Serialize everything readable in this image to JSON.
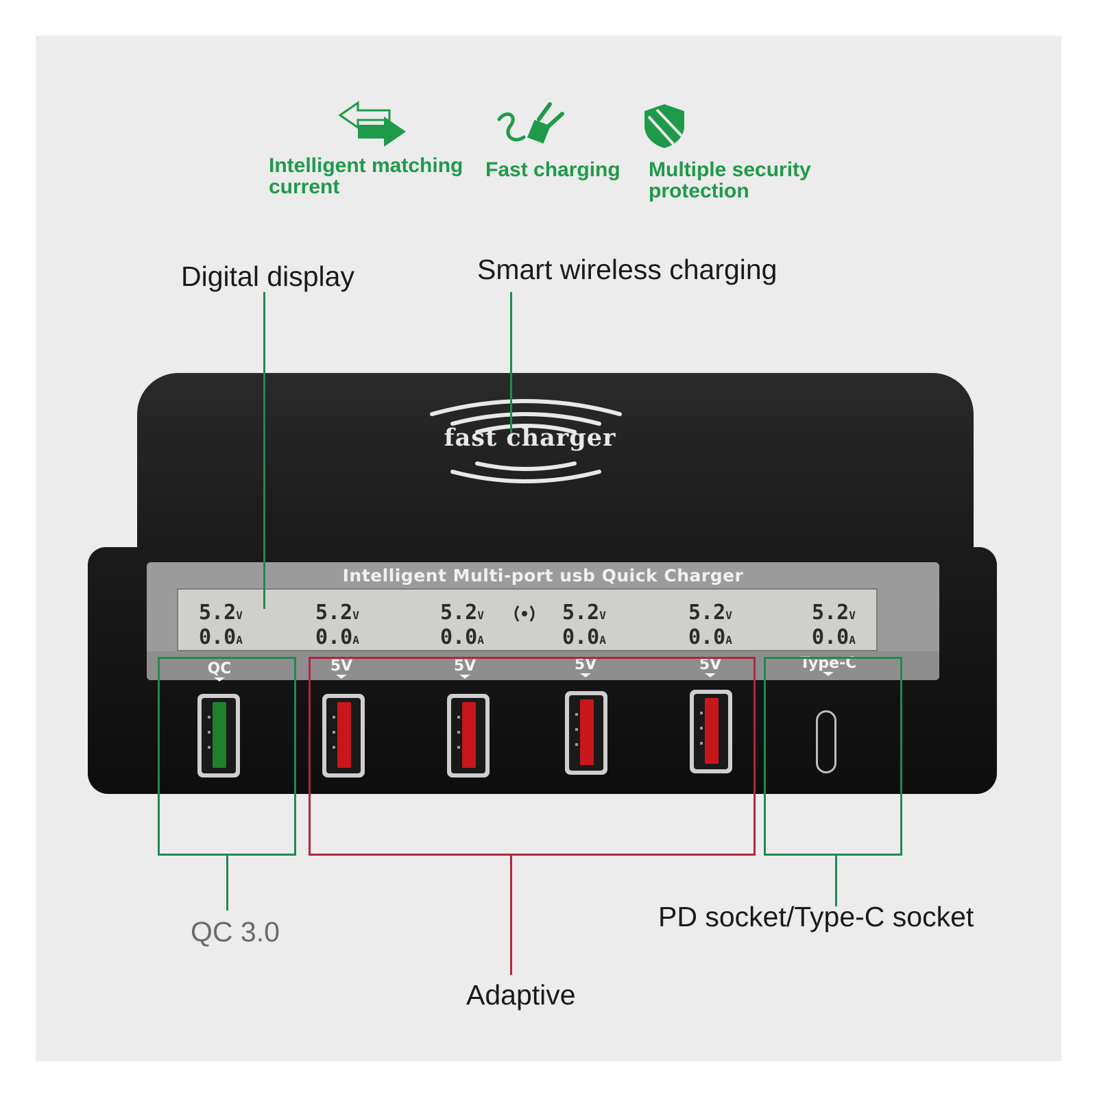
{
  "features": [
    {
      "icon": "arrows-icon",
      "label_line1": "Intelligent matching",
      "label_line2": "current"
    },
    {
      "icon": "plug-icon",
      "label_line1": "Fast charging",
      "label_line2": ""
    },
    {
      "icon": "shield-icon",
      "label_line1": "Multiple security",
      "label_line2": "protection"
    }
  ],
  "callouts": {
    "digital_display": "Digital display",
    "wireless": "Smart wireless charging",
    "qc": "QC 3.0",
    "adaptive": "Adaptive",
    "pd": "PD socket/Type-C socket"
  },
  "device": {
    "top_logo": "fast charger",
    "panel_title": "Intelligent Multi-port usb Quick Charger",
    "readings": [
      {
        "volts": "5.2",
        "volt_unit": "V",
        "amps": "0.0",
        "amp_unit": "A"
      },
      {
        "volts": "5.2",
        "volt_unit": "V",
        "amps": "0.0",
        "amp_unit": "A"
      },
      {
        "volts": "5.2",
        "volt_unit": "V",
        "amps": "0.0",
        "amp_unit": "A"
      },
      {
        "volts": "5.2",
        "volt_unit": "V",
        "amps": "0.0",
        "amp_unit": "A"
      },
      {
        "volts": "5.2",
        "volt_unit": "V",
        "amps": "0.0",
        "amp_unit": "A"
      },
      {
        "volts": "5.2",
        "volt_unit": "V",
        "amps": "0.0",
        "amp_unit": "A"
      }
    ],
    "ports": [
      "QC",
      "5V",
      "5V",
      "5V",
      "5V",
      "Type-C"
    ]
  },
  "colors": {
    "feature_green": "#1f9a4a",
    "qc_box": "#1f8a52",
    "adaptive_box": "#b3263a",
    "qc_port": "#1f7f2d",
    "usb_port": "#c8161d"
  }
}
